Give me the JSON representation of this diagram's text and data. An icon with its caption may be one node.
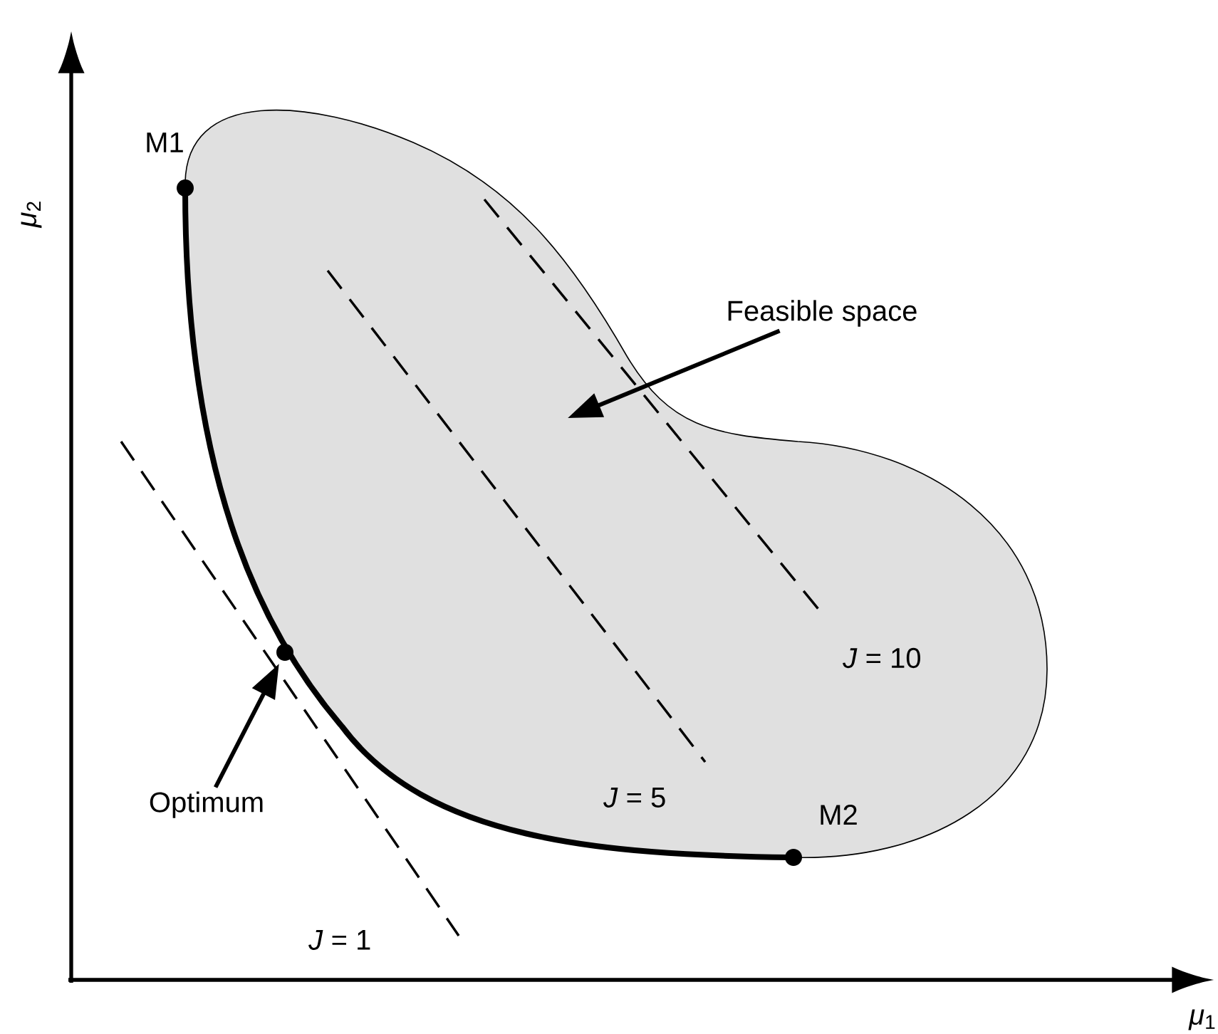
{
  "diagram": {
    "nodes": [
      {
        "text": [
          "Feasible space"
        ]
      },
      {
        "text": [],
        "shape": "cloud"
      },
      {
        "text": [
          "Optimum"
        ]
      },
      {
        "text": [],
        "shape": "circle"
      }
    ],
    "edges": [
      {
        "from": 0,
        "to": 1,
        "arrow": "to"
      },
      {
        "from": 2,
        "to": 3,
        "arrow": "to"
      }
    ],
    "labels": [
      "*μ*$_{2}$",
      "M1",
      "*J* = 10",
      "*J* = 5",
      "M2",
      "*J* = 1",
      "*μ*$_{1}$"
    ]
  }
}
